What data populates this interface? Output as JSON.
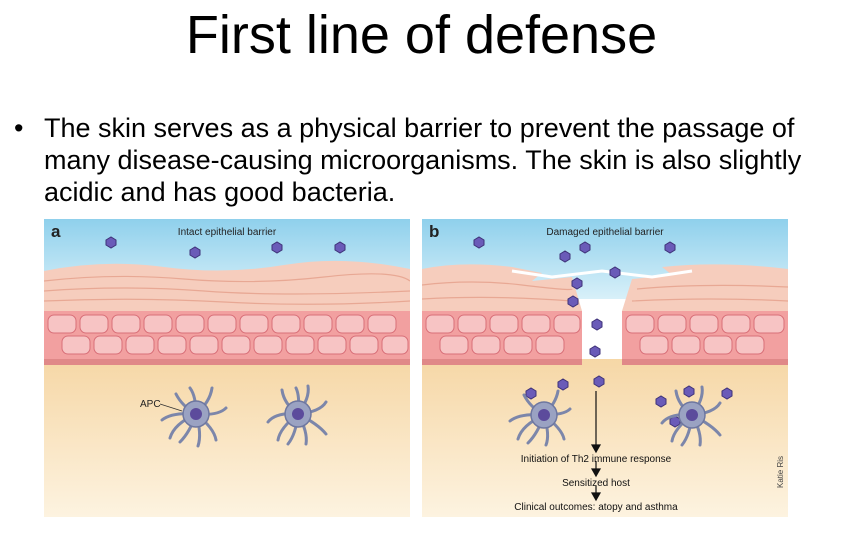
{
  "slide": {
    "title": "First line of defense",
    "bullet_symbol": "•",
    "bullet_text": "The skin serves as a physical barrier to prevent the passage of many disease-causing microorganisms. The skin is also slightly acidic and has good bacteria."
  },
  "figure": {
    "panel_a": {
      "letter": "a",
      "label": "Intact epithelial barrier",
      "cell_label": "APC"
    },
    "panel_b": {
      "letter": "b",
      "label": "Damaged epithelial barrier",
      "flow": [
        "Initiation of Th2 immune response",
        "Sensitized host",
        "Clinical outcomes: atopy and asthma"
      ]
    },
    "credit": "Katie Ris",
    "colors": {
      "sky": "#9ed6ee",
      "outer_layer": "#f3c0ae",
      "cell_layer": "#ef8f8f",
      "basement": "#e59a92",
      "dermis": "#f7dcae",
      "allergen": "#6a5bb8",
      "apc": "#8a93b5"
    }
  }
}
